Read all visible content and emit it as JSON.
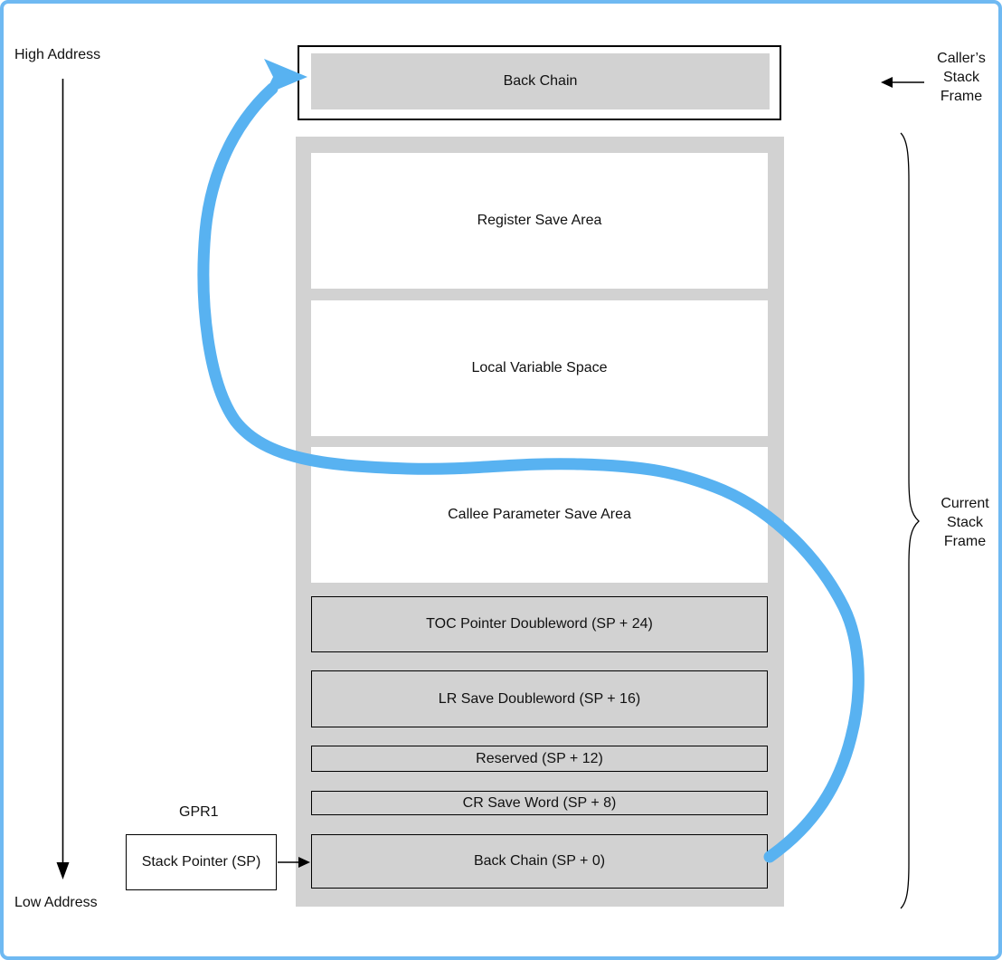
{
  "colors": {
    "page_border": "#6FB9F2",
    "box_gray": "#D2D2D2",
    "arrow_blue": "#58B2F1",
    "line_black": "#000000"
  },
  "labels": {
    "high_address": "High Address",
    "low_address": "Low Address",
    "gpr1": "GPR1",
    "stack_pointer": "Stack Pointer (SP)",
    "callers_stack_frame": [
      "Caller’s",
      "Stack",
      "Frame"
    ],
    "current_stack_frame": [
      "Current",
      "Stack",
      "Frame"
    ]
  },
  "caller_frame": {
    "back_chain_label": "Back Chain"
  },
  "stack": {
    "regions": [
      {
        "label": "Register Save Area",
        "kind": "area"
      },
      {
        "label": "Local Variable Space",
        "kind": "area"
      },
      {
        "label": "Callee Parameter Save Area",
        "kind": "area"
      },
      {
        "label": "TOC Pointer Doubleword (SP + 24)",
        "kind": "slot"
      },
      {
        "label": "LR Save Doubleword (SP + 16)",
        "kind": "slot"
      },
      {
        "label": "Reserved (SP + 12)",
        "kind": "slot"
      },
      {
        "label": "CR Save Word (SP + 8)",
        "kind": "slot"
      },
      {
        "label": "Back Chain (SP + 0)",
        "kind": "slot"
      }
    ]
  }
}
